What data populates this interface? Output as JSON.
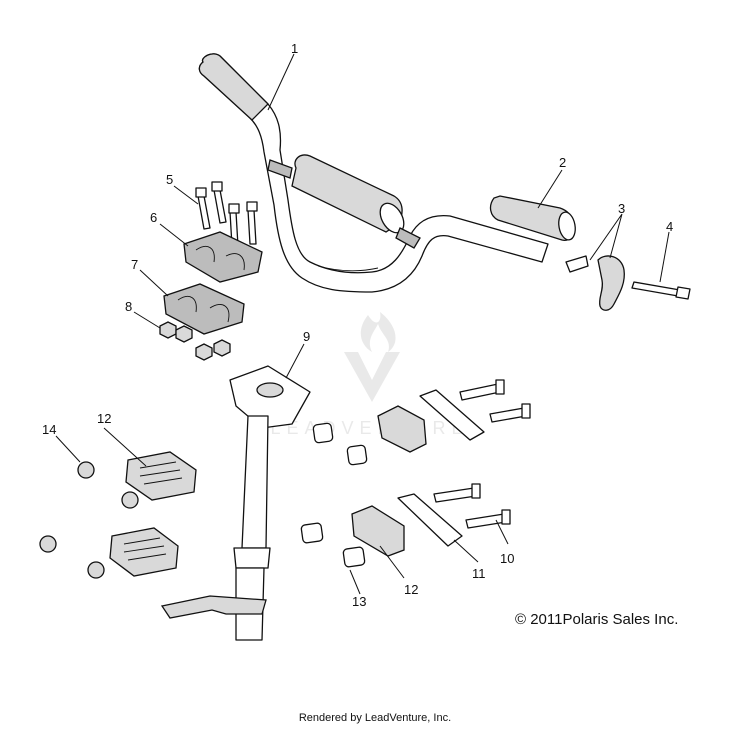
{
  "diagram": {
    "callouts": {
      "c1": "1",
      "c2": "2",
      "c3": "3",
      "c4": "4",
      "c5": "5",
      "c6": "6",
      "c7": "7",
      "c8": "8",
      "c9": "9",
      "c10": "10",
      "c11": "11",
      "c12a": "12",
      "c12b": "12",
      "c13": "13",
      "c14": "14"
    },
    "watermark_text": "LEADVENTURE"
  },
  "copyright": "© 2011Polaris Sales Inc.",
  "footer": "Rendered by LeadVenture, Inc."
}
